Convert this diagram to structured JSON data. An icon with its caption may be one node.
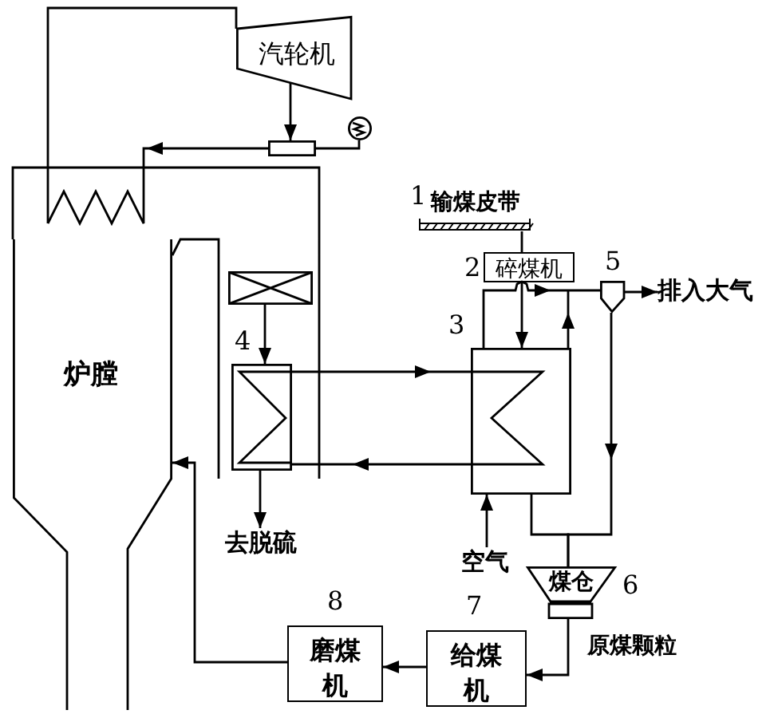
{
  "diagram": {
    "nodes": [
      {
        "text": [
          "汽轮机"
        ]
      },
      {
        "text": [],
        "shape": "circle"
      },
      {
        "text": [],
        "shape": "box"
      },
      {
        "text": [],
        "shape": "coil"
      },
      {
        "text": [
          "炉膛"
        ]
      },
      {
        "text": [
          "输煤皮带"
        ],
        "beside": [
          "1"
        ]
      },
      {
        "text": [
          "碎煤机"
        ],
        "beside": [
          "2"
        ]
      },
      {
        "text": [],
        "shape": "funnel",
        "beside": [
          "5"
        ]
      },
      {
        "text": [
          "排入大气"
        ]
      },
      {
        "text": [],
        "shape": "box"
      },
      {
        "text": [],
        "shape": "box",
        "beside": [
          "4"
        ]
      },
      {
        "text": [],
        "shape": "box",
        "beside": [
          "3"
        ]
      },
      {
        "text": [
          "去脱硫"
        ]
      },
      {
        "text": [
          "空气"
        ]
      },
      {
        "text": [
          "煤仓"
        ],
        "beside": [
          "6"
        ]
      },
      {
        "text": [
          "给煤机"
        ],
        "beside": [
          "7"
        ]
      },
      {
        "text": [
          "磨煤机"
        ],
        "beside": [
          "8"
        ]
      }
    ],
    "edges": [
      {
        "from": 0,
        "to": 2,
        "arrow": "to"
      },
      {
        "from": 1,
        "to": 2,
        "arrow": "none"
      },
      {
        "from": 2,
        "to": 3,
        "arrow": "to"
      },
      {
        "from": 3,
        "to": 0,
        "arrow": "none"
      },
      {
        "from": 5,
        "to": 6,
        "arrow": "none"
      },
      {
        "from": 6,
        "to": 11,
        "arrow": "to"
      },
      {
        "from": 11,
        "to": 7,
        "arrow": "to"
      },
      {
        "from": 11,
        "to": 7,
        "arrow": "to"
      },
      {
        "from": 7,
        "to": 8,
        "arrow": "to"
      },
      {
        "from": 7,
        "to": 14,
        "arrow": "to"
      },
      {
        "from": 11,
        "to": 14,
        "arrow": "none"
      },
      {
        "from": 9,
        "to": 10,
        "arrow": "to"
      },
      {
        "from": 10,
        "to": 12,
        "arrow": "to"
      },
      {
        "from": 10,
        "to": 11,
        "arrow": "to"
      },
      {
        "from": 11,
        "to": 10,
        "arrow": "to"
      },
      {
        "from": 13,
        "to": 11,
        "arrow": "to"
      },
      {
        "from": 14,
        "to": 15,
        "arrow": "to"
      },
      {
        "from": 15,
        "to": 16,
        "arrow": "to"
      },
      {
        "from": 16,
        "to": 4,
        "arrow": "to"
      }
    ],
    "labels": [
      "原煤颗粒"
    ]
  }
}
